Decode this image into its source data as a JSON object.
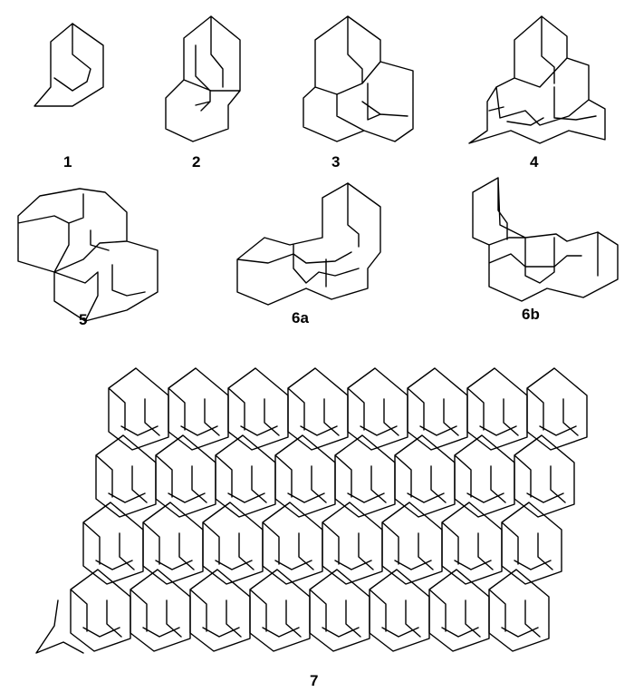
{
  "figure": {
    "compounds": [
      {
        "id": "adamantane",
        "label": "1"
      },
      {
        "id": "diamantane",
        "label": "2"
      },
      {
        "id": "triamantane",
        "label": "3"
      },
      {
        "id": "tetramantane",
        "label": "4"
      },
      {
        "id": "pentamantane",
        "label": "5"
      },
      {
        "id": "hexamantane-a",
        "label": "6a"
      },
      {
        "id": "hexamantane-b",
        "label": "6b"
      },
      {
        "id": "diamond-lattice",
        "label": "7"
      }
    ],
    "lattice": {
      "columns": 8,
      "rows": 4
    },
    "colors": {
      "bond": "#000000",
      "background": "#ffffff"
    }
  }
}
